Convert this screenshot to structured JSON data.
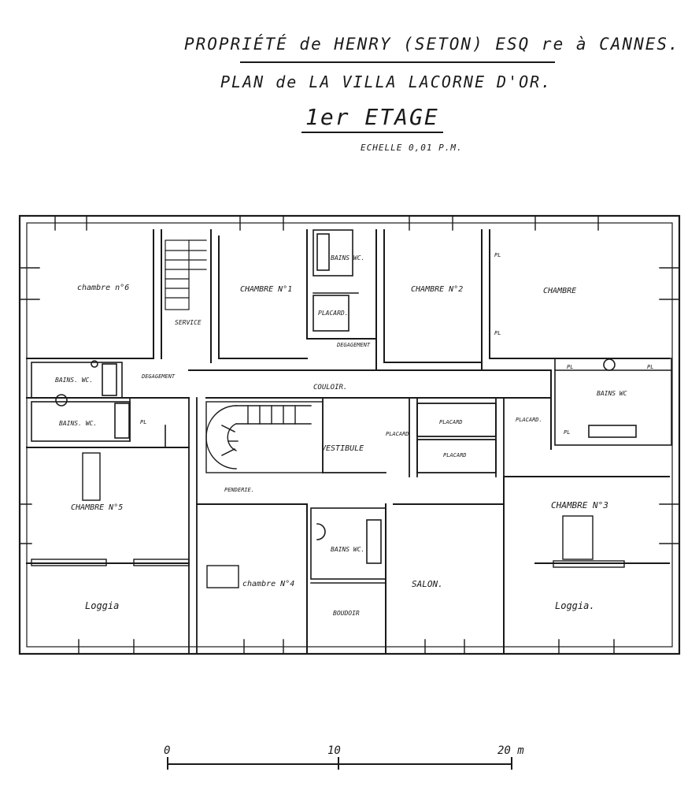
{
  "header": {
    "owner_line": "PROPRIÉTÉ de HENRY (SETON) ESQ re à CANNES.",
    "plan_line": "PLAN de LA VILLA LACORNE D'OR.",
    "floor_line": "1er ETAGE",
    "scale_line": "ECHELLE 0,01 P.M."
  },
  "rooms": {
    "chambre6": "chambre n°6",
    "service": "SERVICE",
    "chambre1": "CHAMBRE N°1",
    "bains_wc_top": "BAINS WC.",
    "placard_top": "PLACARD.",
    "degagement_top": "DEGAGEMENT",
    "chambre2": "CHAMBRE N°2",
    "chambre": "CHAMBRE",
    "pl": "PL",
    "bains_wc_left1": "BAINS. WC.",
    "degagement_left": "DEGAGEMENT",
    "bains_wc_left2": "BAINS. WC.",
    "couloir": "COULOIR.",
    "vestibule": "VESTIBULE",
    "placard": "PLACARD",
    "placard_dot": "PLACARD.",
    "bains_wc_right": "BAINS WC",
    "chambre5": "CHAMBRE N°5",
    "penderie": "PENDERIE.",
    "bains_wc_center": "BAINS WC.",
    "chambre3": "CHAMBRE N°3",
    "chambre4": "chambre N°4",
    "salon": "SALON.",
    "boudoir": "BOUDOIR",
    "loggia_left": "Loggia",
    "loggia_right": "Loggia."
  },
  "scale_bar": {
    "tick_start": "0",
    "tick_mid": "10",
    "tick_end": "20 m"
  }
}
